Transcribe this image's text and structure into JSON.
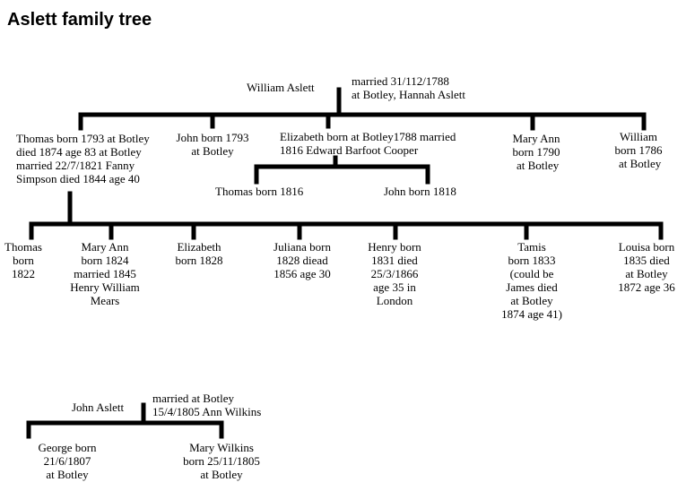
{
  "title": "Aslett family tree",
  "generation1": {
    "father": "William Aslett",
    "marriage": "married 31/112/1788\nat Botley, Hannah Aslett"
  },
  "generation2": [
    "Thomas born 1793 at Botley\ndied 1874 age 83 at Botley\nmarried 22/7/1821 Fanny\nSimpson died 1844 age 40",
    "John born 1793\nat Botley",
    "Elizabeth born at Botley1788 married\n1816 Edward Barfoot Cooper",
    "Mary Ann\nborn 1790\n at Botley",
    "William\nborn 1786\n at Botley"
  ],
  "elizabeth_children": [
    "Thomas born 1816",
    "John born 1818"
  ],
  "thomas_children": [
    "Thomas\nborn\n1822",
    "Mary Ann\nborn 1824\nmarried 1845\nHenry William\nMears",
    "Elizabeth\nborn 1828",
    "Juliana born\n1828 diead\n1856 age 30",
    "Henry born\n1831 died\n25/3/1866\nage 35 in\nLondon",
    "Tamis\nborn 1833\n(could be\nJames died\nat Botley\n1874 age 41)",
    "Louisa born\n1835 died\nat Botley\n1872 age 36"
  ],
  "second_tree": {
    "father": "John Aslett",
    "marriage": "married at Botley\n15/4/1805 Ann Wilkins",
    "children": [
      "George born\n21/6/1807\nat Botley",
      "Mary Wilkins\nborn 25/11/1805\nat Botley"
    ]
  }
}
